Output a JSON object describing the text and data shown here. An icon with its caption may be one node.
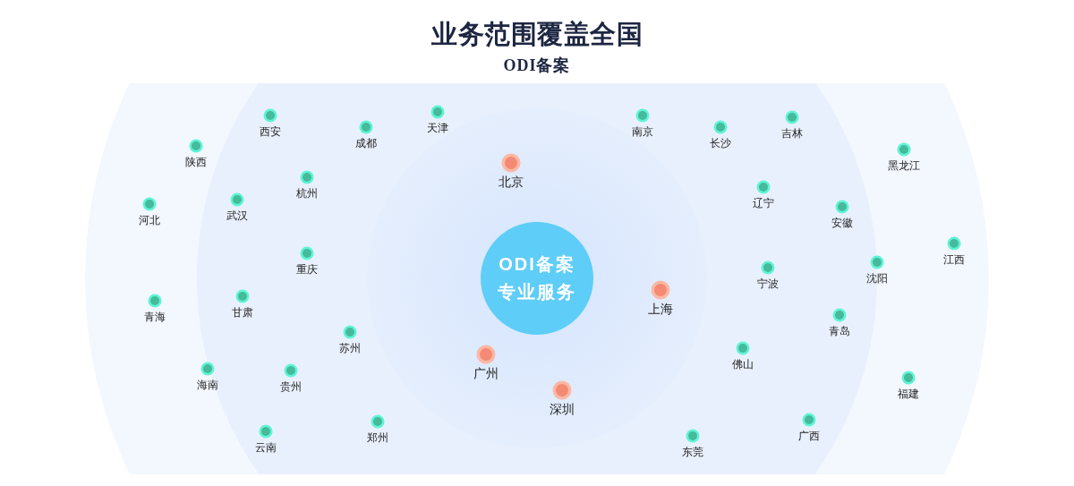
{
  "diagram": {
    "title": "业务范围覆盖全国",
    "nodes": [
      {
        "text": [
          "ODI备案专业服务"
        ]
      }
    ],
    "labels": [
      "ODI备案",
      "西安",
      "成都",
      "天津",
      "南京",
      "长沙",
      "吉林",
      "陕西",
      "北京",
      "黑龙江",
      "河北",
      "武汉",
      "杭州",
      "辽宁",
      "安徽",
      "重庆",
      "宁波",
      "沈阳",
      "江西",
      "青海",
      "甘肃",
      "上海",
      "青岛",
      "苏州",
      "广州",
      "佛山",
      "海南",
      "贵州",
      "深圳",
      "福建",
      "云南",
      "郑州",
      "东莞",
      "广西"
    ]
  }
}
